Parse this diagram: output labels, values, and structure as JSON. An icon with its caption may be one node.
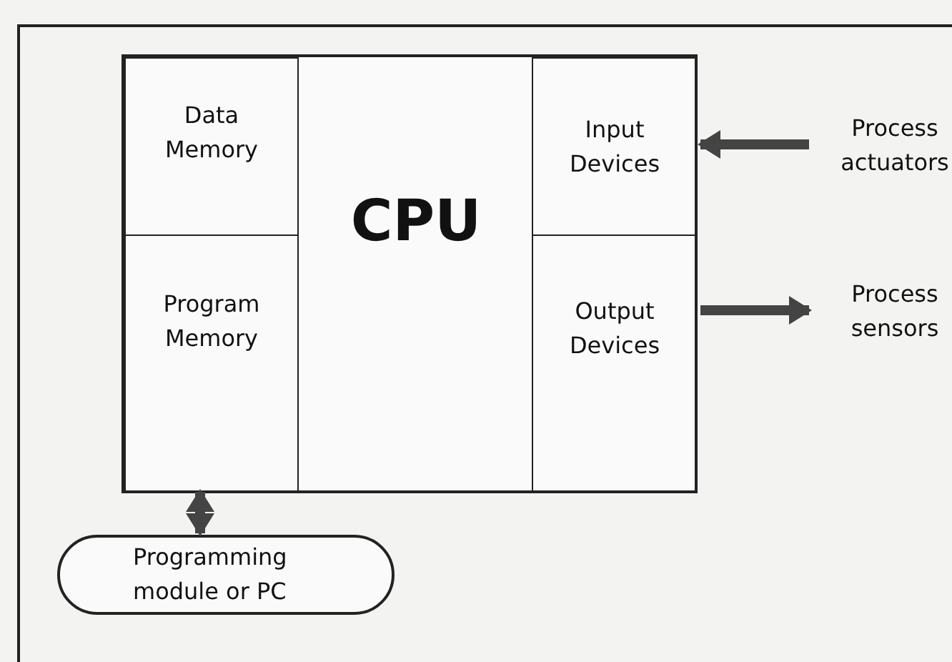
{
  "diagram": {
    "nodes": [
      {
        "text": [
          "CPU"
        ]
      },
      {
        "text": [
          "Data Memory"
        ],
        "in": 0
      },
      {
        "text": [
          "Program Memory"
        ],
        "in": 0
      },
      {
        "text": [
          "Input Devices"
        ],
        "in": 0
      },
      {
        "text": [
          "Output Devices"
        ],
        "in": 0
      },
      {
        "text": [
          "Process actuators"
        ]
      },
      {
        "text": [
          "Process sensors"
        ]
      },
      {
        "text": [
          "Programming module or PC"
        ]
      }
    ],
    "edges": [
      {
        "from": 5,
        "to": 3,
        "arrow": "to"
      },
      {
        "from": 4,
        "to": 6,
        "arrow": "to"
      },
      {
        "from": 2,
        "to": 7,
        "arrow": "both"
      }
    ]
  }
}
